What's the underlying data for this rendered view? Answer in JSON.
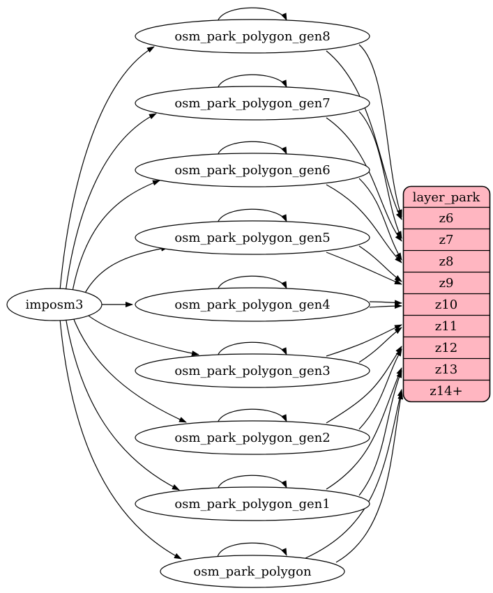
{
  "diagram": {
    "source": {
      "label": "imposm3"
    },
    "tables": [
      {
        "id": "osm_park_polygon_gen8",
        "label": "osm_park_polygon_gen8",
        "target_zoom": "z6"
      },
      {
        "id": "osm_park_polygon_gen7",
        "label": "osm_park_polygon_gen7",
        "target_zoom": "z7"
      },
      {
        "id": "osm_park_polygon_gen6",
        "label": "osm_park_polygon_gen6",
        "target_zoom": "z8"
      },
      {
        "id": "osm_park_polygon_gen5",
        "label": "osm_park_polygon_gen5",
        "target_zoom": "z9"
      },
      {
        "id": "osm_park_polygon_gen4",
        "label": "osm_park_polygon_gen4",
        "target_zoom": "z10"
      },
      {
        "id": "osm_park_polygon_gen3",
        "label": "osm_park_polygon_gen3",
        "target_zoom": "z11"
      },
      {
        "id": "osm_park_polygon_gen2",
        "label": "osm_park_polygon_gen2",
        "target_zoom": "z12"
      },
      {
        "id": "osm_park_polygon_gen1",
        "label": "osm_park_polygon_gen1",
        "target_zoom": "z13"
      },
      {
        "id": "osm_park_polygon",
        "label": "osm_park_polygon",
        "target_zoom": "z14+"
      }
    ],
    "layer": {
      "title": "layer_park",
      "rows": [
        "z6",
        "z7",
        "z8",
        "z9",
        "z10",
        "z11",
        "z12",
        "z13",
        "z14+"
      ],
      "fill": "#ffb6c1",
      "stroke": "#000000"
    },
    "edges": {
      "from_source": [
        "osm_park_polygon_gen8",
        "osm_park_polygon_gen7",
        "osm_park_polygon_gen6",
        "osm_park_polygon_gen5",
        "osm_park_polygon_gen4",
        "osm_park_polygon_gen3",
        "osm_park_polygon_gen2",
        "osm_park_polygon_gen1",
        "osm_park_polygon"
      ],
      "self_loops": [
        "osm_park_polygon_gen8",
        "osm_park_polygon_gen7",
        "osm_park_polygon_gen6",
        "osm_park_polygon_gen5",
        "osm_park_polygon_gen4",
        "osm_park_polygon_gen3",
        "osm_park_polygon_gen2",
        "osm_park_polygon_gen1",
        "osm_park_polygon"
      ],
      "to_layer": [
        {
          "from": "osm_park_polygon_gen8",
          "to": "z6",
          "count": 2
        },
        {
          "from": "osm_park_polygon_gen7",
          "to": "z7",
          "count": 2
        },
        {
          "from": "osm_park_polygon_gen6",
          "to": "z8",
          "count": 2
        },
        {
          "from": "osm_park_polygon_gen5",
          "to": "z9",
          "count": 2
        },
        {
          "from": "osm_park_polygon_gen4",
          "to": "z10",
          "count": 2
        },
        {
          "from": "osm_park_polygon_gen3",
          "to": "z11",
          "count": 2
        },
        {
          "from": "osm_park_polygon_gen2",
          "to": "z12",
          "count": 2
        },
        {
          "from": "osm_park_polygon_gen1",
          "to": "z13",
          "count": 2
        },
        {
          "from": "osm_park_polygon",
          "to": "z14+",
          "count": 2
        }
      ]
    }
  }
}
